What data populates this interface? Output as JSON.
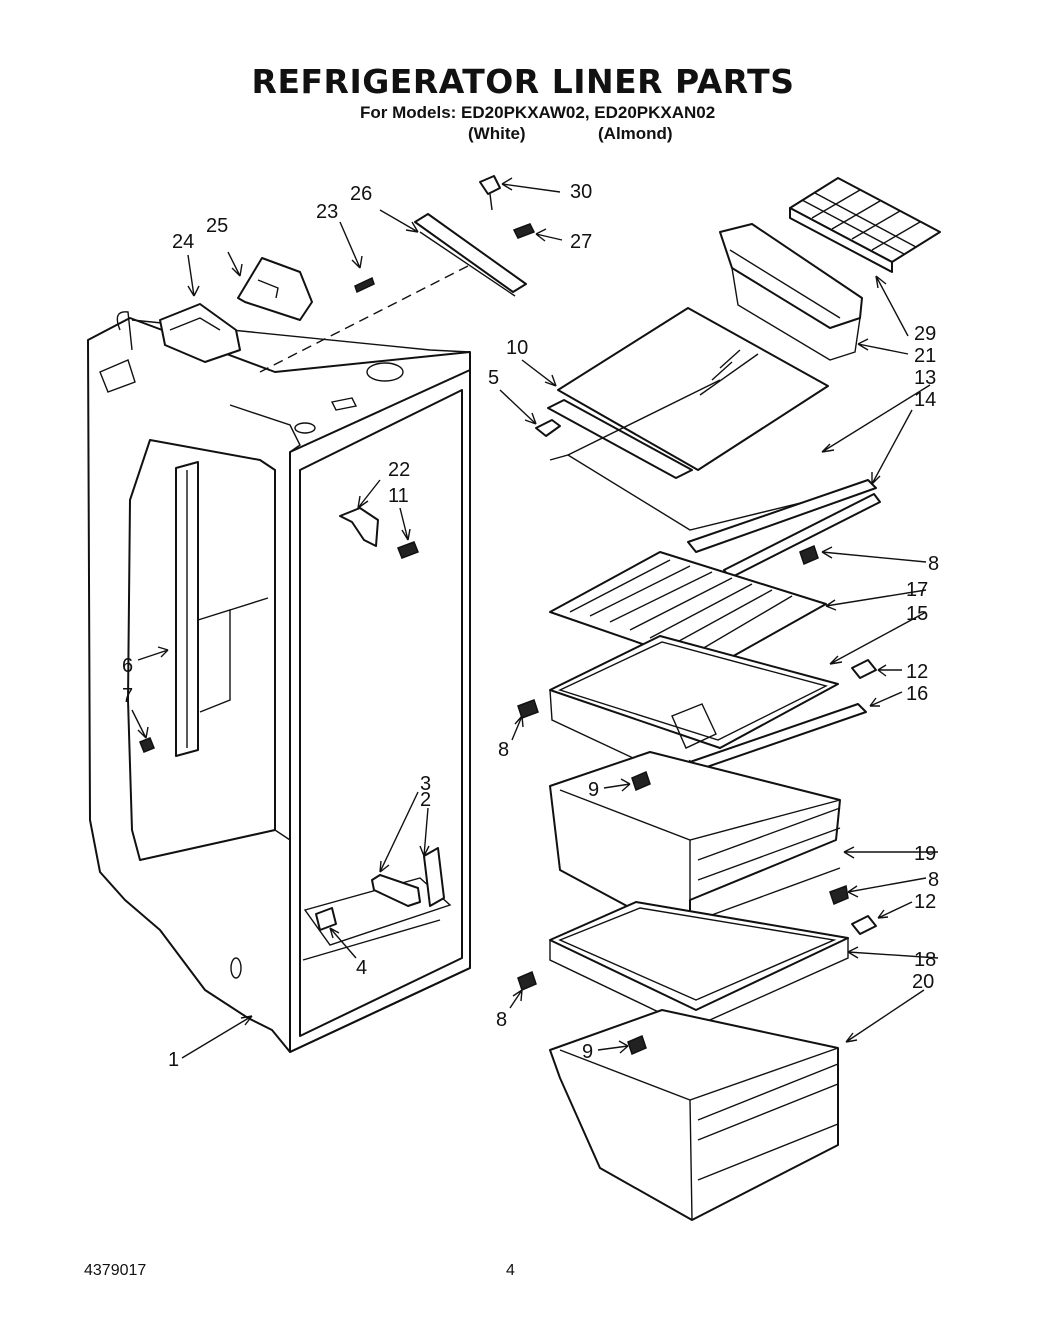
{
  "title": "REFRIGERATOR LINER PARTS",
  "models_line": "For Models: ED20PKXAW02, ED20PKXAN02",
  "variants": [
    "(White)",
    "(Almond)"
  ],
  "callouts": [
    "1",
    "2",
    "3",
    "4",
    "5",
    "6",
    "7",
    "8",
    "8",
    "8",
    "8",
    "9",
    "9",
    "10",
    "11",
    "12",
    "12",
    "13",
    "14",
    "15",
    "16",
    "17",
    "18",
    "19",
    "20",
    "21",
    "22",
    "23",
    "24",
    "25",
    "26",
    "27",
    "29",
    "30"
  ],
  "footer": {
    "doc_number": "4379017",
    "page": "4"
  }
}
